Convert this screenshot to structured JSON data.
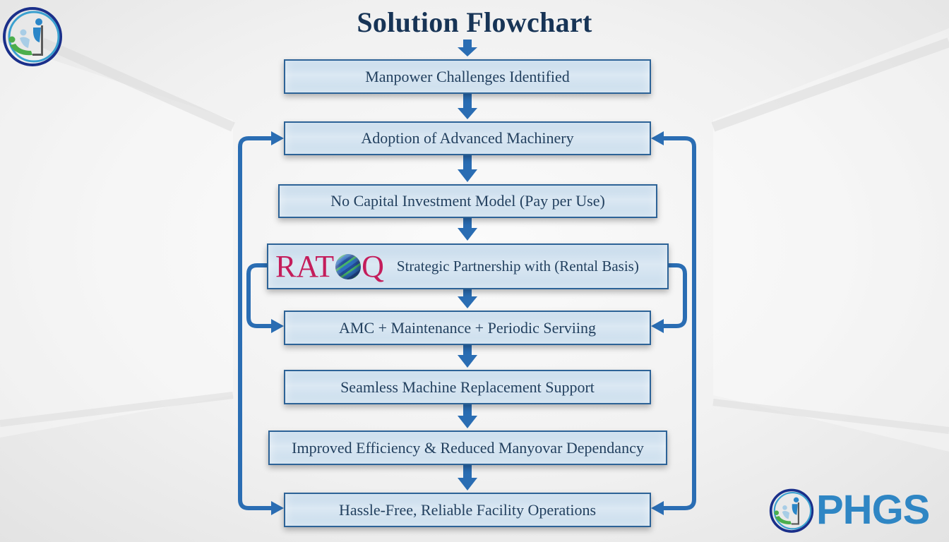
{
  "title": "Solution Flowchart",
  "logos": {
    "top_left": {
      "icon": "phgs-emblem-icon"
    },
    "bottom_right": {
      "icon": "phgs-emblem-icon",
      "text": "PHGS"
    }
  },
  "partner_logo": {
    "text_left": "RAT",
    "text_right": "Q",
    "icon": "globe-icon"
  },
  "steps": [
    {
      "id": "manpower-challenges",
      "label": "Manpower Challenges Identified"
    },
    {
      "id": "advanced-machinery",
      "label": "Adoption of Advanced Machinery"
    },
    {
      "id": "no-capital-investment",
      "label": "No Capital Investment Model (Pay per Use)"
    },
    {
      "id": "strategic-partnership",
      "label": "Strategic Partnership with (Rental Basis)"
    },
    {
      "id": "amc-maintenance",
      "label": "AMC + Maintenance + Periodic Serviing"
    },
    {
      "id": "machine-replacement",
      "label": "Seamless Machine Replacement Support"
    },
    {
      "id": "improved-efficiency",
      "label": "Improved Efficiency & Reduced Manyovar Dependancy"
    },
    {
      "id": "hassle-free-operations",
      "label": "Hassle-Free, Reliable Facility Operations"
    }
  ],
  "connections": [
    {
      "from": "title",
      "to": "manpower-challenges"
    },
    {
      "from": "manpower-challenges",
      "to": "advanced-machinery"
    },
    {
      "from": "advanced-machinery",
      "to": "no-capital-investment"
    },
    {
      "from": "no-capital-investment",
      "to": "strategic-partnership"
    },
    {
      "from": "strategic-partnership",
      "to": "amc-maintenance"
    },
    {
      "from": "amc-maintenance",
      "to": "machine-replacement"
    },
    {
      "from": "machine-replacement",
      "to": "improved-efficiency"
    },
    {
      "from": "improved-efficiency",
      "to": "hassle-free-operations"
    },
    {
      "type": "loop-left",
      "between": [
        "advanced-machinery",
        "hassle-free-operations"
      ]
    },
    {
      "type": "loop-right",
      "between": [
        "advanced-machinery",
        "hassle-free-operations"
      ]
    },
    {
      "type": "loop-left",
      "from": "strategic-partnership",
      "to": "amc-maintenance"
    },
    {
      "type": "loop-right",
      "from": "strategic-partnership",
      "to": "amc-maintenance"
    }
  ],
  "colors": {
    "title": "#173456",
    "arrow": "#2a6db3",
    "box_border": "#2d6397",
    "box_text": "#22405f",
    "ratoq": "#c41d5b",
    "phgs": "#2f86c4"
  }
}
